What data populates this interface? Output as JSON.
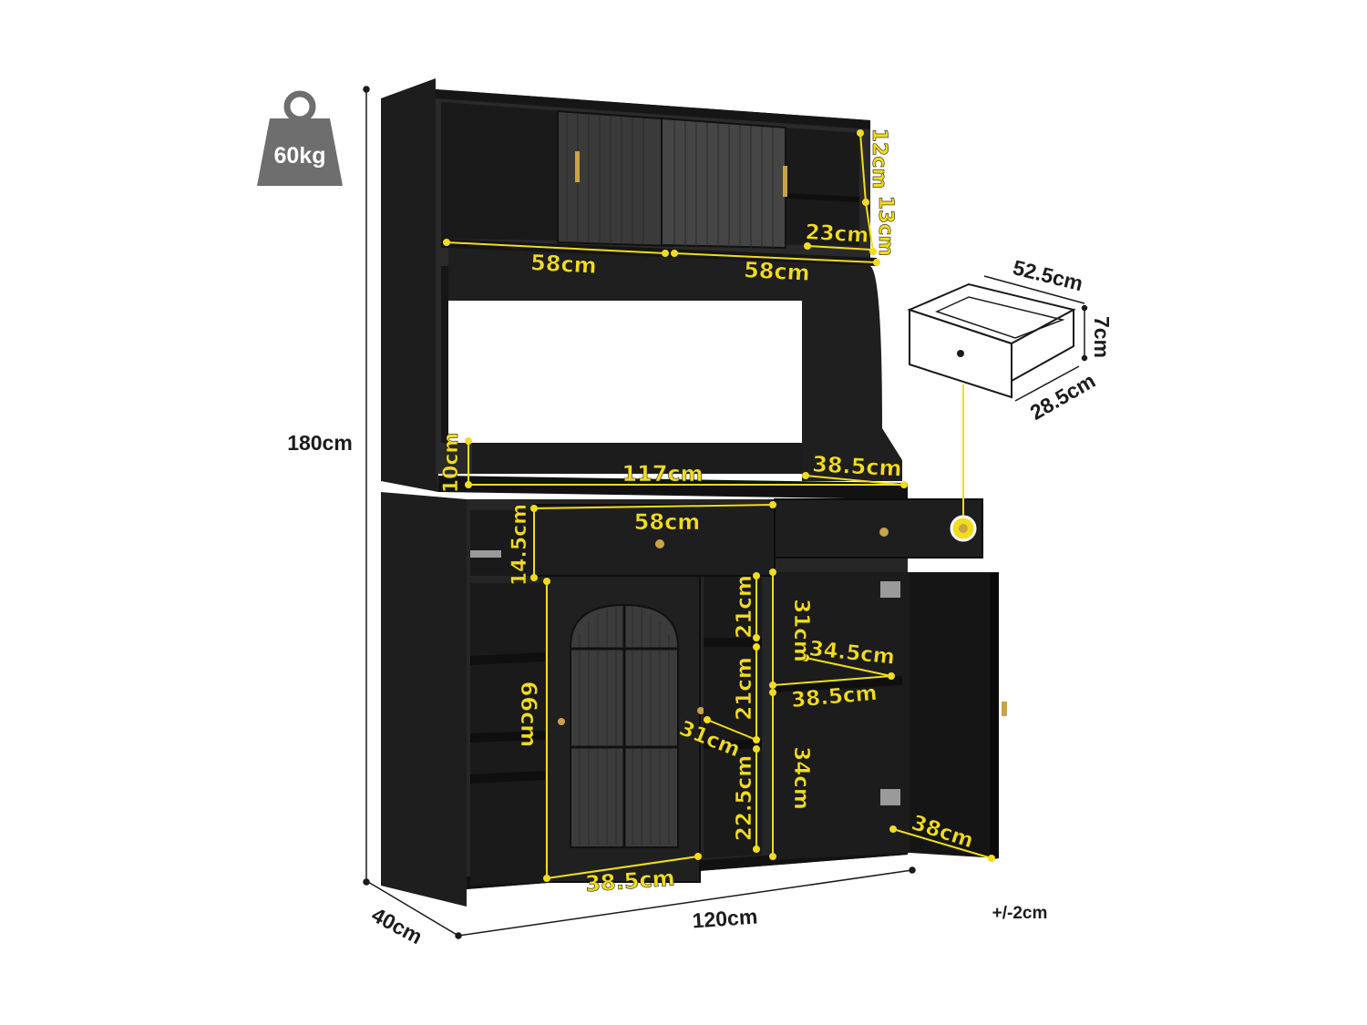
{
  "weight": {
    "label": "60kg",
    "icon": "weight-icon"
  },
  "overall": {
    "height": "180cm",
    "depth": "40cm",
    "width": "120cm",
    "tolerance": "+/-2cm"
  },
  "hutch": {
    "left_shelf_width": "58cm",
    "right_shelf_width": "58cm",
    "cubby_height_upper": "12cm",
    "cubby_height_lower": "13cm",
    "cubby_width": "23cm",
    "counter_lip_height": "10cm",
    "counter_width": "117cm",
    "counter_depth": "38.5cm"
  },
  "drawer": {
    "front_width": "58cm",
    "front_height": "14.5cm",
    "box_width": "52.5cm",
    "box_height": "7cm",
    "box_depth": "28.5cm"
  },
  "cabinet": {
    "glass_door_height": "66cm",
    "glass_door_width": "38.5cm",
    "middle_shelf_1": "21cm",
    "middle_shelf_2": "21cm",
    "middle_shelf_depth": "31cm",
    "middle_shelf_3": "22.5cm",
    "right_upper_height": "31cm",
    "right_shelf_width": "34.5cm",
    "right_shelf_depth": "38.5cm",
    "right_lower_height": "34cm",
    "right_door_width": "38cm"
  },
  "colors": {
    "cabinet": "#232323",
    "cabinet_edge": "#0f0f0f",
    "dimension": "#f2dc1e",
    "hardware": "#c9a24a"
  }
}
